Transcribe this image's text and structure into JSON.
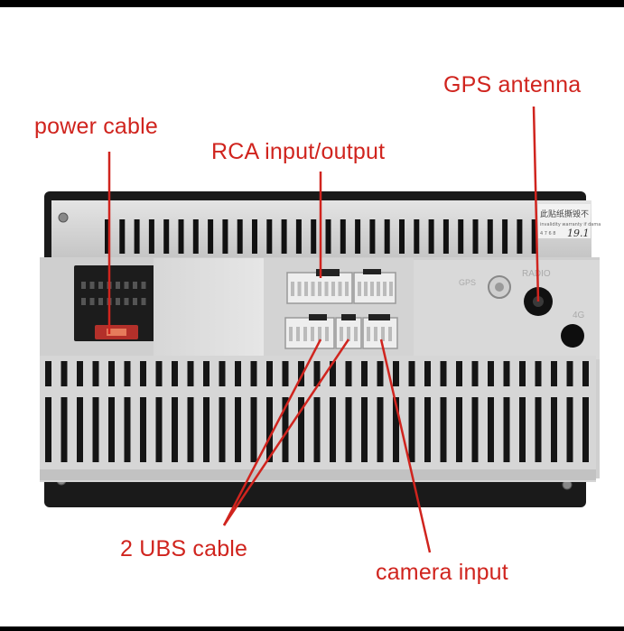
{
  "labels": {
    "power_cable": "power cable",
    "rca_io": "RCA input/output",
    "gps_antenna": "GPS antenna",
    "usb_cable": "2 UBS cable",
    "camera_input": "camera input"
  },
  "sticker": {
    "line1": "此贴纸撕毁不",
    "line2": "invalidity warranty if dama",
    "line3": "4 7 6 8",
    "handwritten": "19.1"
  },
  "port_marks": {
    "gps": "GPS",
    "radio": "RADIO",
    "fourg": "4G"
  },
  "colors": {
    "annotation": "#d0241e",
    "chassis": "#c9c9c9",
    "panel": "#dcdcdc",
    "slot": "#111111"
  }
}
